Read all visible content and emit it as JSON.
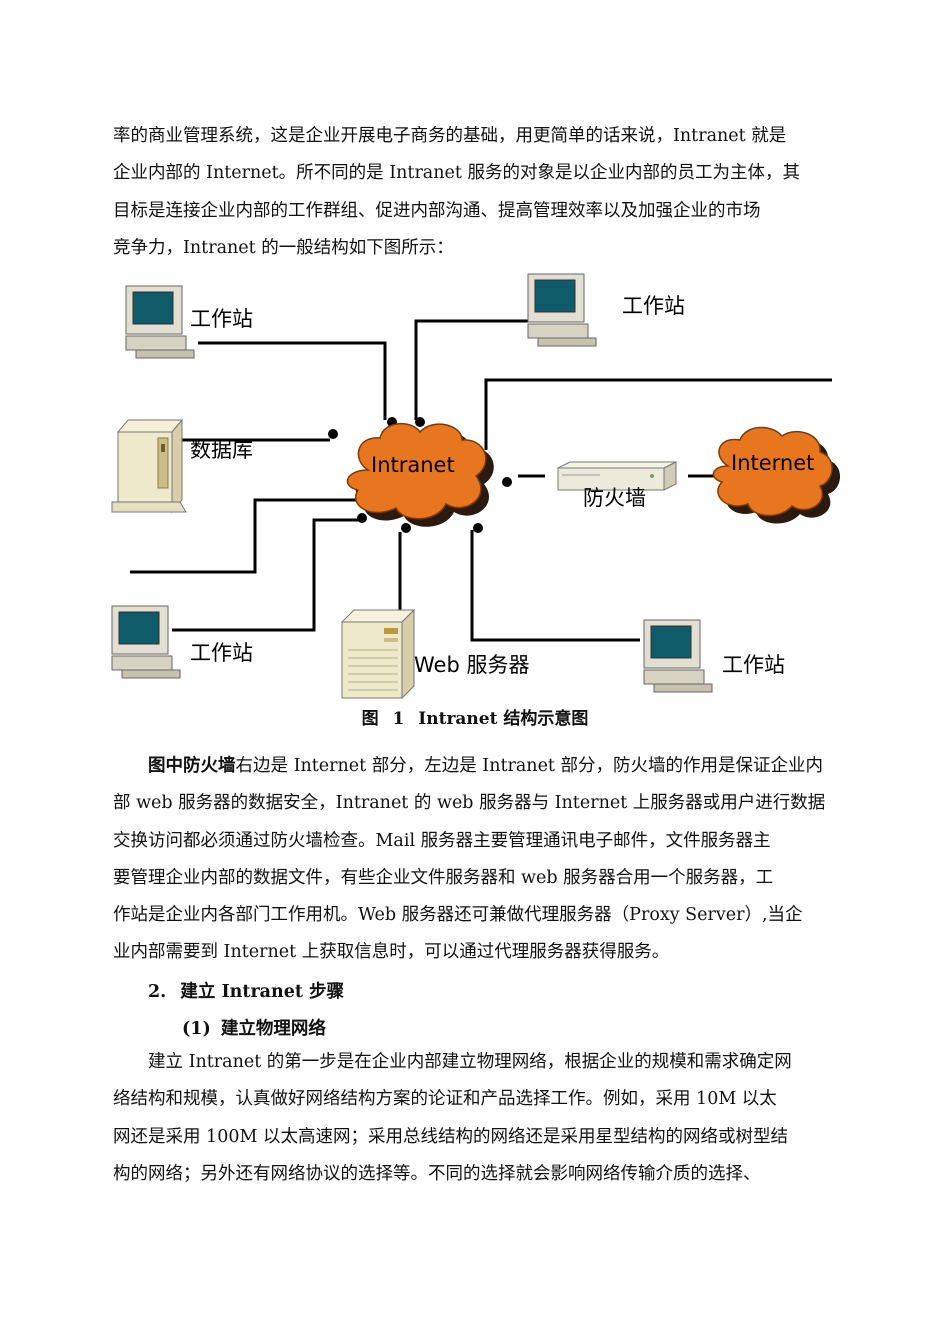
{
  "intro": {
    "lines": [
      "率的商业管理系统，这是企业开展电子商务的基础，用更简单的话来说，Intranet 就是",
      "企业内部的 Internet。所不同的是 Intranet 服务的对象是以企业内部的员工为主体，其",
      "目标是连接企业内部的工作群组、促进内部沟通、提高管理效率以及加强企业的市场",
      "竞争力，Intranet 的一般结构如下图所示："
    ]
  },
  "diagram": {
    "labels": {
      "workstation_top_left": "工作站",
      "workstation_top_right": "工作站",
      "database": "数据库",
      "intranet": "Intranet",
      "internet": "Internet",
      "firewall": "防火墙",
      "workstation_bottom_left": "工作站",
      "web_server": "Web 服务器",
      "workstation_bottom_right": "工作站"
    },
    "colors": {
      "cloud": "#e8761e",
      "cloud_shadow": "#2a1a10",
      "line": "#000000"
    }
  },
  "caption": {
    "fig_prefix": "图",
    "fig_number": "1",
    "fig_title": "Intranet 结构示意图"
  },
  "para2": {
    "lead": "图中防火墙",
    "lines": [
      "右边是 Internet 部分，左边是 Intranet 部分，防火墙的作用是保证企业内",
      "部 web 服务器的数据安全，Intranet 的 web 服务器与 Internet 上服务器或用户进行数据",
      "交换访问都必须通过防火墙检查。Mail 服务器主要管理通讯电子邮件，文件服务器主",
      "要管理企业内部的数据文件，有些企业文件服务器和 web 服务器合用一个服务器，工",
      "作站是企业内各部门工作用机。Web 服务器还可兼做代理服务器（Proxy Server）,当企",
      "业内部需要到 Internet 上获取信息时，可以通过代理服务器获得服务。"
    ]
  },
  "section": {
    "number": "2.",
    "title": "建立 Intranet 步骤"
  },
  "subsection": {
    "number": "(1)",
    "title": "建立物理网络"
  },
  "para3": {
    "lines": [
      "建立 Intranet 的第一步是在企业内部建立物理网络，根据企业的规模和需求确定网",
      "络结构和规模，认真做好网络结构方案的论证和产品选择工作。例如，采用 10M 以太",
      "网还是采用 100M 以太高速网；采用总线结构的网络还是采用星型结构的网络或树型结",
      "构的网络；另外还有网络协议的选择等。不同的选择就会影响网络传输介质的选择、"
    ]
  }
}
